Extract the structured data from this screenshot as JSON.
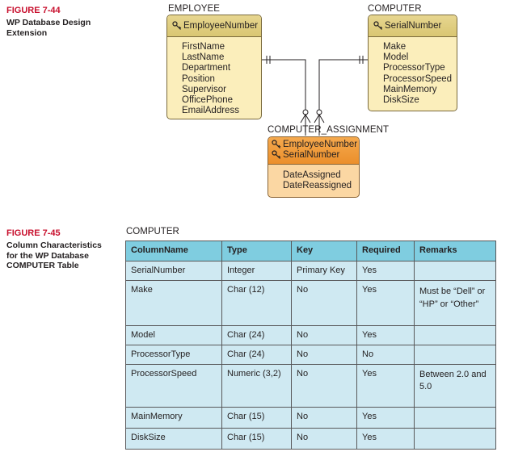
{
  "figure_44": {
    "label": "FIGURE 7-44",
    "caption_lines": [
      "WP Database Design",
      "Extension"
    ]
  },
  "diagram": {
    "employee": {
      "title": "EMPLOYEE",
      "key": "EmployeeNumber",
      "attributes": [
        "FirstName",
        "LastName",
        "Department",
        "Position",
        "Supervisor",
        "OfficePhone",
        "EmailAddress"
      ]
    },
    "computer": {
      "title": "COMPUTER",
      "key": "SerialNumber",
      "attributes": [
        "Make",
        "Model",
        "ProcessorType",
        "ProcessorSpeed",
        "MainMemory",
        "DiskSize"
      ]
    },
    "computer_assignment": {
      "title": "COMPUTER_ASSIGNMENT",
      "keys": [
        "EmployeeNumber",
        "SerialNumber"
      ],
      "attributes": [
        "DateAssigned",
        "DateReassigned"
      ]
    },
    "colors": {
      "entity_fill": "#fbeebb",
      "entity_header": "#ddc978",
      "assoc_fill": "#fbd7a3",
      "assoc_header": "#ef9a35"
    },
    "icon": "key-icon"
  },
  "figure_45": {
    "label": "FIGURE 7-45",
    "caption_lines": [
      "Column Characteristics",
      "for the WP Database",
      "COMPUTER Table"
    ]
  },
  "table": {
    "title": "COMPUTER",
    "headers": [
      "ColumnName",
      "Type",
      "Key",
      "Required",
      "Remarks"
    ],
    "rows": [
      [
        "SerialNumber",
        "Integer",
        "Primary Key",
        "Yes",
        ""
      ],
      [
        "Make",
        "Char (12)",
        "No",
        "Yes",
        "Must be “Dell” or “HP” or “Other”"
      ],
      [
        "Model",
        "Char (24)",
        "No",
        "Yes",
        ""
      ],
      [
        "ProcessorType",
        "Char (24)",
        "No",
        "No",
        ""
      ],
      [
        "ProcessorSpeed",
        "Numeric (3,2)",
        "No",
        "Yes",
        "Between 2.0 and 5.0"
      ],
      [
        "MainMemory",
        "Char (15)",
        "No",
        "Yes",
        ""
      ],
      [
        "DiskSize",
        "Char (15)",
        "No",
        "Yes",
        ""
      ]
    ],
    "colors": {
      "header_bg": "#7fcde0",
      "cell_bg": "#cfe9f2",
      "border": "#58585a"
    }
  }
}
